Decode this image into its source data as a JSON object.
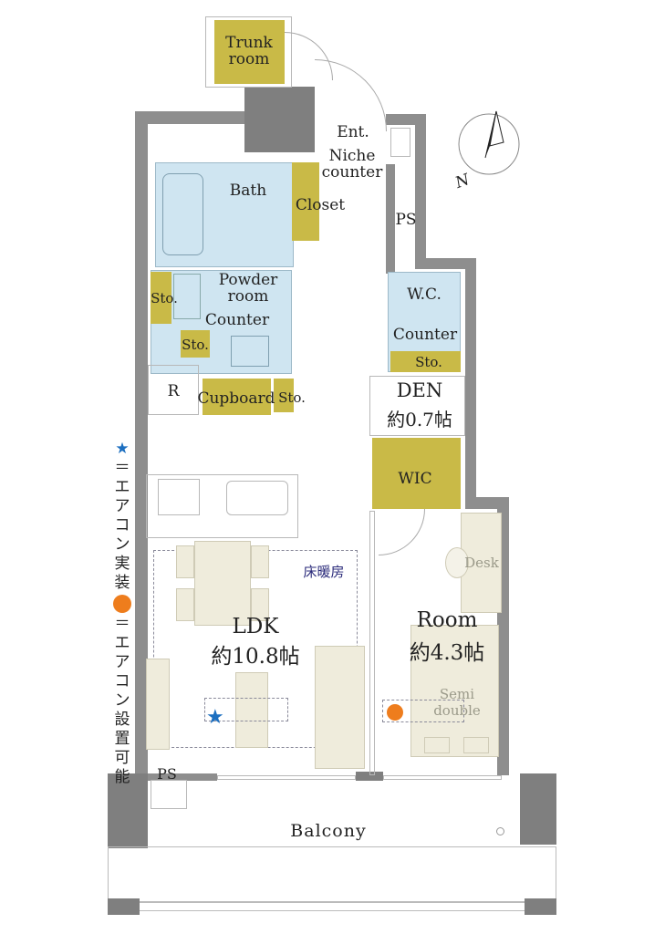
{
  "rooms": {
    "trunk_room": "Trunk room",
    "entrance": "Ent.",
    "niche_counter": "Niche counter",
    "bath": "Bath",
    "closet": "Closet",
    "ps_top": "PS",
    "powder_room": "Powder room",
    "sto_powder": "Sto.",
    "counter_powder": "Counter",
    "sto_powder_2": "Sto.",
    "wc": "W.C.",
    "counter_wc": "Counter",
    "sto_wc": "Sto.",
    "refrigerator": "R",
    "cupboard": "Cupboard",
    "sto_cupboard": "Sto.",
    "den": "DEN",
    "den_size": "約0.7帖",
    "wic": "WIC",
    "floor_heating": "床暖房",
    "ldk": "LDK",
    "ldk_size": "約10.8帖",
    "room": "Room",
    "room_size": "約4.3帖",
    "desk": "Desk",
    "bed": "Semi double",
    "ps_bottom": "PS",
    "balcony": "Balcony"
  },
  "compass": {
    "label": "N"
  },
  "legend": {
    "star_symbol": "★",
    "star_text": "＝エアコン実装",
    "circle_text": "＝エアコン設置可能"
  },
  "colors": {
    "wall": "#8e8e8e",
    "storage": "#c9ba47",
    "wet_area": "#cfe5f1",
    "furniture": "#efecdc",
    "star": "#1c6fc0",
    "circle": "#ee7d1d"
  }
}
